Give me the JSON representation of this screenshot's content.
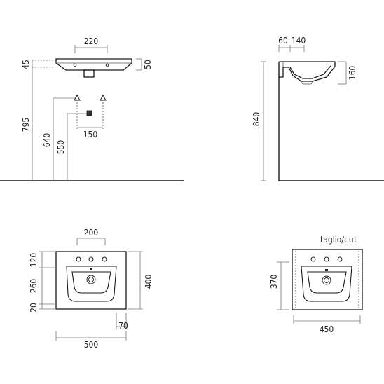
{
  "front_view": {
    "width_top": "220",
    "rim_height": "45",
    "basin_height": "50",
    "overall_height": "795",
    "supply_height": "640",
    "waste_height": "550",
    "supply_spacing": "150"
  },
  "side_view": {
    "dim_a": "60",
    "dim_b": "140",
    "depth": "160",
    "total_height": "840"
  },
  "top_view": {
    "hole_spacing": "200",
    "back": "120",
    "bowl": "260",
    "front": "20",
    "depth": "400",
    "offset": "70",
    "width": "500"
  },
  "cut_view": {
    "label_main": "taglio/",
    "label_cut": "cut",
    "height": "370",
    "width": "450"
  }
}
